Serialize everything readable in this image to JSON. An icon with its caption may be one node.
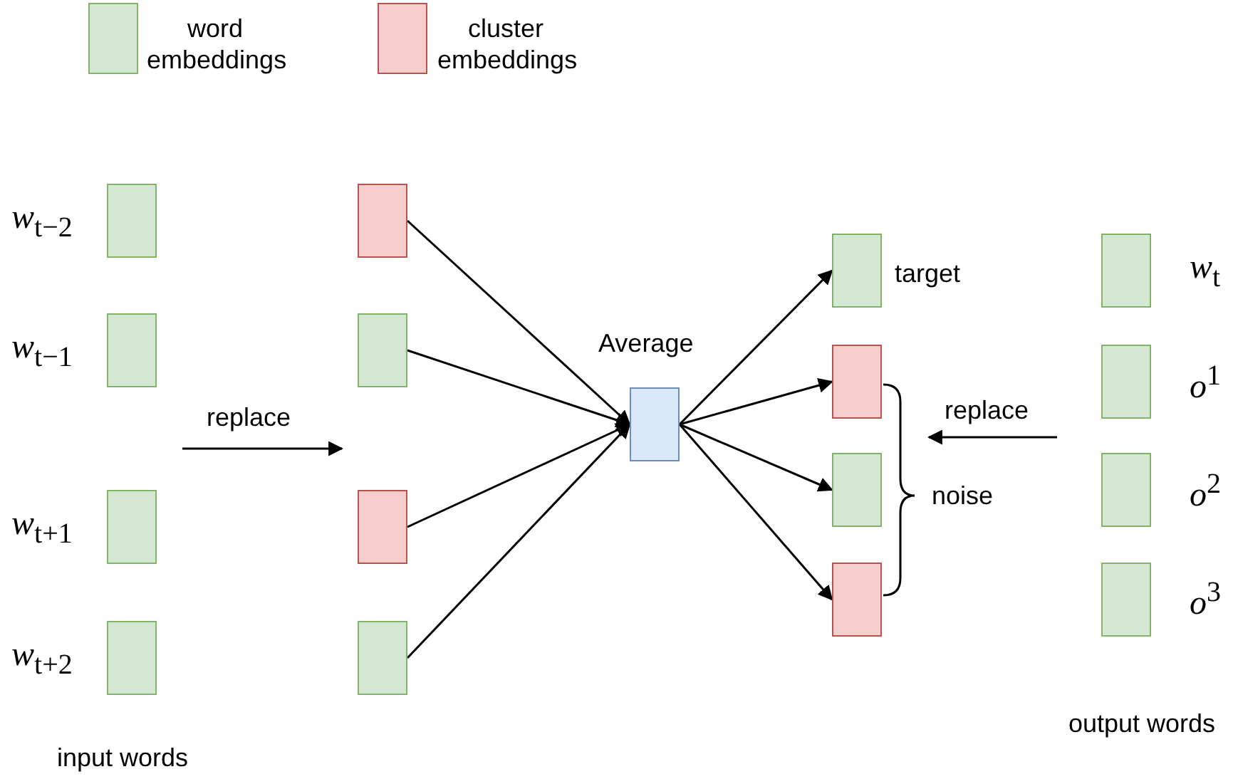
{
  "diagram": {
    "nodes": [
      {
        "text": [],
        "shape": "box",
        "beside": [
          "*w*$_{t−2}$"
        ]
      },
      {
        "text": [],
        "shape": "box",
        "beside": [
          "*w*$_{t−1}$"
        ]
      },
      {
        "text": [],
        "shape": "box",
        "beside": [
          "*w*$_{t+1}$"
        ]
      },
      {
        "text": [],
        "shape": "box",
        "beside": [
          "*w*$_{t+2}$"
        ]
      },
      {
        "text": [],
        "shape": "box"
      },
      {
        "text": [],
        "shape": "box"
      },
      {
        "text": [],
        "shape": "box"
      },
      {
        "text": [],
        "shape": "box"
      },
      {
        "text": [],
        "shape": "box",
        "beside": [
          "Average"
        ]
      },
      {
        "text": [],
        "shape": "box",
        "beside": [
          "target"
        ]
      },
      {
        "text": [],
        "shape": "box"
      },
      {
        "text": [],
        "shape": "box"
      },
      {
        "text": [],
        "shape": "box"
      },
      {
        "text": [],
        "shape": "box",
        "beside": [
          "*w*$_{t}$"
        ]
      },
      {
        "text": [],
        "shape": "box",
        "beside": [
          "*o*$^{1}$"
        ]
      },
      {
        "text": [],
        "shape": "box",
        "beside": [
          "*o*$^{2}$"
        ]
      },
      {
        "text": [],
        "shape": "box",
        "beside": [
          "*o*$^{3}$"
        ]
      }
    ],
    "edges": [
      {
        "from": 4,
        "to": 8,
        "arrow": "to"
      },
      {
        "from": 5,
        "to": 8,
        "arrow": "to"
      },
      {
        "from": 6,
        "to": 8,
        "arrow": "to"
      },
      {
        "from": 7,
        "to": 8,
        "arrow": "to"
      },
      {
        "from": 8,
        "to": 9,
        "arrow": "to"
      },
      {
        "from": 8,
        "to": 10,
        "arrow": "to"
      },
      {
        "from": 8,
        "to": 11,
        "arrow": "to"
      },
      {
        "from": 8,
        "to": 12,
        "arrow": "to"
      }
    ],
    "labels": [
      "replace",
      "replace",
      "noise",
      "output words",
      "input words"
    ],
    "legend": [
      {
        "text": "word embeddings",
        "color": "#d5e8d4"
      },
      {
        "text": "cluster embeddings",
        "color": "#f8cecc"
      }
    ]
  }
}
